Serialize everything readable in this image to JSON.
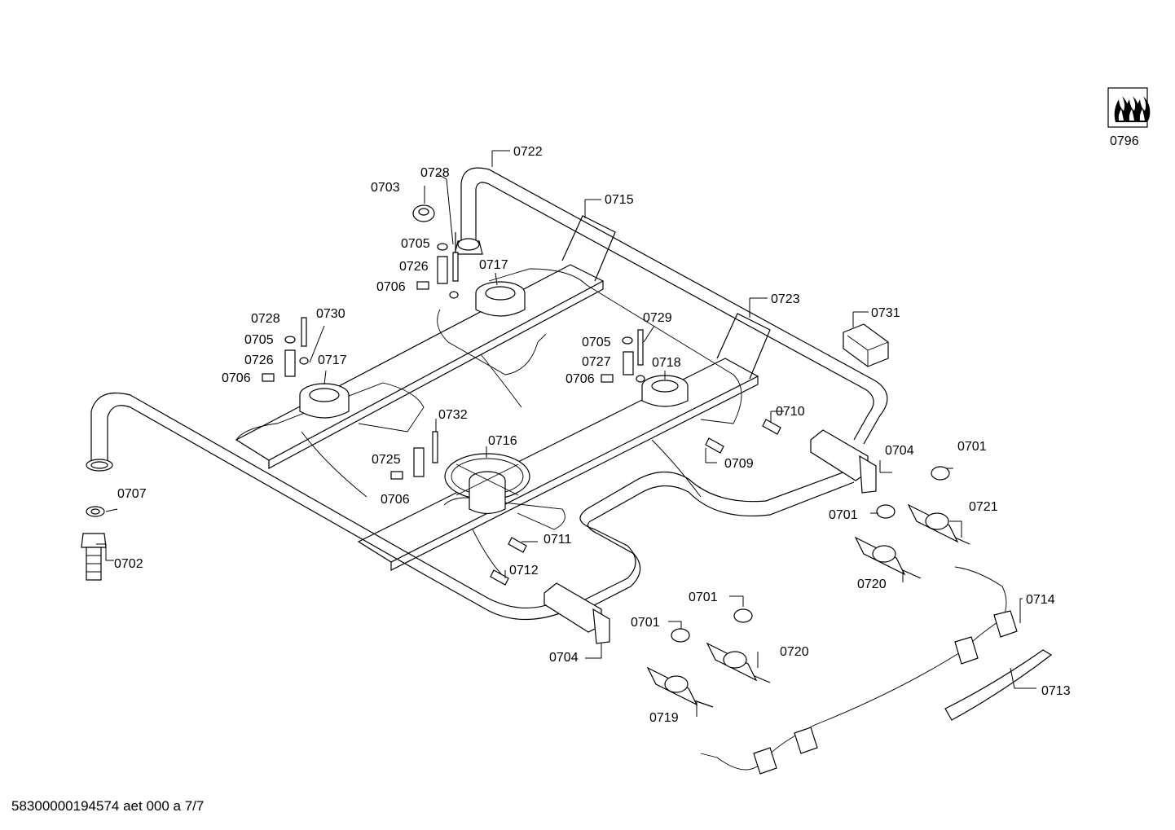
{
  "footer": {
    "document_code": "58300000194574 aet 000 a 7/7"
  },
  "callouts": [
    {
      "id": "c0796",
      "label": "0796"
    },
    {
      "id": "c0722",
      "label": "0722"
    },
    {
      "id": "c0728a",
      "label": "0728"
    },
    {
      "id": "c0703",
      "label": "0703"
    },
    {
      "id": "c0715",
      "label": "0715"
    },
    {
      "id": "c0705a",
      "label": "0705"
    },
    {
      "id": "c0726a",
      "label": "0726"
    },
    {
      "id": "c0717a",
      "label": "0717"
    },
    {
      "id": "c0706a",
      "label": "0706"
    },
    {
      "id": "c0723",
      "label": "0723"
    },
    {
      "id": "c0731",
      "label": "0731"
    },
    {
      "id": "c0728b",
      "label": "0728"
    },
    {
      "id": "c0730",
      "label": "0730"
    },
    {
      "id": "c0729",
      "label": "0729"
    },
    {
      "id": "c0705b",
      "label": "0705"
    },
    {
      "id": "c0726b",
      "label": "0726"
    },
    {
      "id": "c0717b",
      "label": "0717"
    },
    {
      "id": "c0705c",
      "label": "0705"
    },
    {
      "id": "c0727",
      "label": "0727"
    },
    {
      "id": "c0718",
      "label": "0718"
    },
    {
      "id": "c0706b",
      "label": "0706"
    },
    {
      "id": "c0706c",
      "label": "0706"
    },
    {
      "id": "c0710",
      "label": "0710"
    },
    {
      "id": "c0732",
      "label": "0732"
    },
    {
      "id": "c0716",
      "label": "0716"
    },
    {
      "id": "c0725",
      "label": "0725"
    },
    {
      "id": "c0709",
      "label": "0709"
    },
    {
      "id": "c0704a",
      "label": "0704"
    },
    {
      "id": "c0701a",
      "label": "0701"
    },
    {
      "id": "c0706d",
      "label": "0706"
    },
    {
      "id": "c0707",
      "label": "0707"
    },
    {
      "id": "c0701b",
      "label": "0701"
    },
    {
      "id": "c0721",
      "label": "0721"
    },
    {
      "id": "c0711",
      "label": "0711"
    },
    {
      "id": "c0702",
      "label": "0702"
    },
    {
      "id": "c0712",
      "label": "0712"
    },
    {
      "id": "c0720a",
      "label": "0720"
    },
    {
      "id": "c0714",
      "label": "0714"
    },
    {
      "id": "c0701c",
      "label": "0701"
    },
    {
      "id": "c0701d",
      "label": "0701"
    },
    {
      "id": "c0720b",
      "label": "0720"
    },
    {
      "id": "c0704b",
      "label": "0704"
    },
    {
      "id": "c0713",
      "label": "0713"
    },
    {
      "id": "c0719",
      "label": "0719"
    }
  ],
  "icons": {
    "gas_symbol": "gas-flame-icon"
  }
}
